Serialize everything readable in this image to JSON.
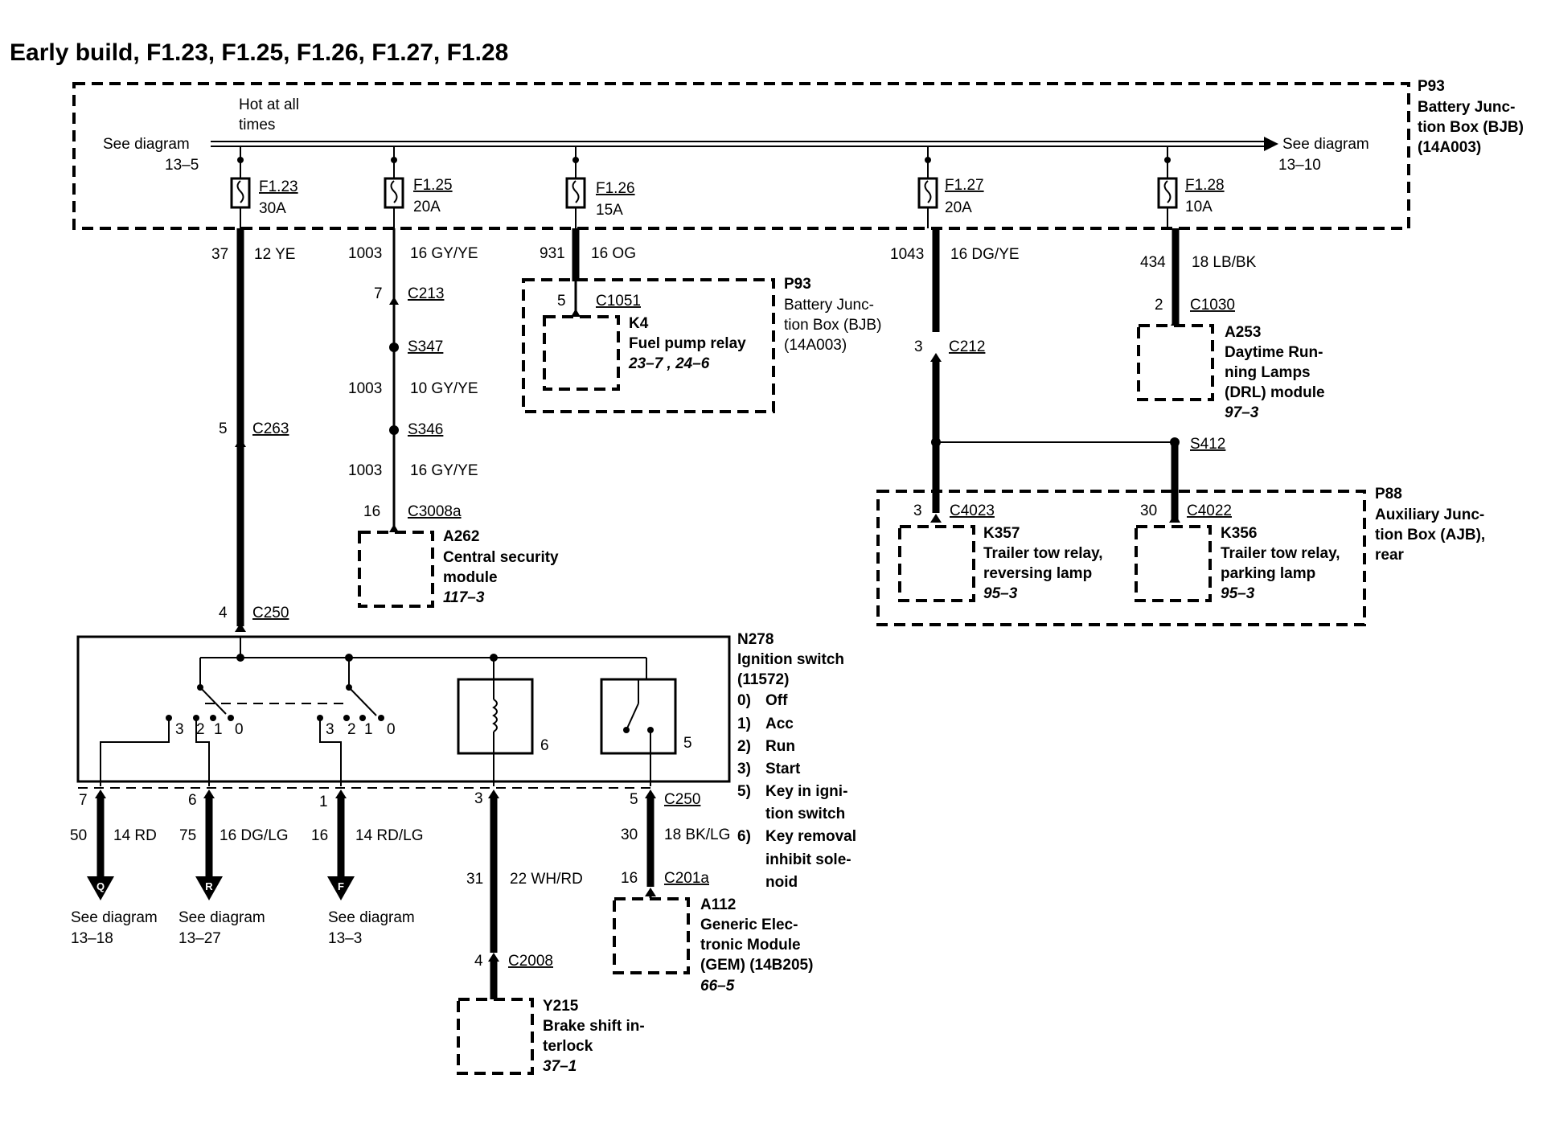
{
  "title": "Early build, F1.23, F1.25, F1.26, F1.27, F1.28",
  "bjb": {
    "hot_line1": "Hot at all",
    "hot_line2": "times",
    "see_left1": "See diagram",
    "see_left2": "13–5",
    "see_right1": "See diagram",
    "see_right2": "13–10",
    "id": "P93",
    "name1": "Battery Junc-",
    "name2": "tion Box (BJB)",
    "part": "(14A003)"
  },
  "fuses": [
    {
      "id": "F1.23",
      "rating": "30A",
      "circuit": "37",
      "wire": "12 YE"
    },
    {
      "id": "F1.25",
      "rating": "20A",
      "circuit": "1003",
      "wire": "16 GY/YE"
    },
    {
      "id": "F1.26",
      "rating": "15A",
      "circuit": "931",
      "wire": "16 OG"
    },
    {
      "id": "F1.27",
      "rating": "20A",
      "circuit": "1043",
      "wire": "16 DG/YE"
    },
    {
      "id": "F1.28",
      "rating": "10A",
      "circuit": "434",
      "wire": "18 LB/BK"
    }
  ],
  "f123_path": {
    "c263_pin": "5",
    "c263": "C263",
    "c250_pin": "4",
    "c250": "C250"
  },
  "f125_path": {
    "c213_pin": "7",
    "c213": "C213",
    "s347": "S347",
    "mid_circuit": "1003",
    "mid_wire": "10 GY/YE",
    "s346": "S346",
    "low_circuit": "1003",
    "low_wire": "16 GY/YE",
    "c3008a_pin": "16",
    "c3008a": "C3008a",
    "module_id": "A262",
    "module_name1": "Central security",
    "module_name2": "module",
    "module_ref": "117–3"
  },
  "f126_path": {
    "c1051_pin": "5",
    "c1051": "C1051",
    "relay_id": "K4",
    "relay_name": "Fuel pump relay",
    "relay_ref": "23–7 , 24–6",
    "box_id": "P93",
    "box_name1": "Battery Junc-",
    "box_name2": "tion Box (BJB)",
    "box_part": "(14A003)"
  },
  "f127_path": {
    "c212_pin": "3",
    "c212": "C212",
    "s412": "S412",
    "c4023_pin": "3",
    "c4023": "C4023",
    "c4022_pin": "30",
    "c4022": "C4022",
    "k357_id": "K357",
    "k357_name1": "Trailer tow relay,",
    "k357_name2": "reversing lamp",
    "k357_ref": "95–3",
    "k356_id": "K356",
    "k356_name1": "Trailer tow relay,",
    "k356_name2": "parking lamp",
    "k356_ref": "95–3",
    "ajb_id": "P88",
    "ajb_name1": "Auxiliary Junc-",
    "ajb_name2": "tion Box (AJB),",
    "ajb_name3": "rear"
  },
  "f128_path": {
    "c1030_pin": "2",
    "c1030": "C1030",
    "module_id": "A253",
    "module_name1": "Daytime Run-",
    "module_name2": "ning Lamps",
    "module_name3": "(DRL) module",
    "module_ref": "97–3"
  },
  "ignition": {
    "id": "N278",
    "name": "Ignition switch",
    "part": "(11572)",
    "pos_labels_a": [
      "3",
      "2",
      "1",
      "0"
    ],
    "pos_labels_b": [
      "3",
      "2",
      "1",
      "0"
    ],
    "solenoid_num": "6",
    "keysw_num": "5",
    "legend": [
      {
        "num": "0)",
        "text": "Off"
      },
      {
        "num": "1)",
        "text": "Acc"
      },
      {
        "num": "2)",
        "text": "Run"
      },
      {
        "num": "3)",
        "text": "Start"
      },
      {
        "num": "5)",
        "text": "Key in igni-"
      },
      {
        "num": "",
        "text": "tion switch"
      },
      {
        "num": "6)",
        "text": "Key removal"
      },
      {
        "num": "",
        "text": "inhibit sole-"
      },
      {
        "num": "",
        "text": "noid"
      }
    ]
  },
  "outputs": [
    {
      "pin": "7",
      "circuit": "50",
      "wire": "14 RD",
      "letter": "Q",
      "see1": "See diagram",
      "see2": "13–18"
    },
    {
      "pin": "6",
      "circuit": "75",
      "wire": "16 DG/LG",
      "letter": "R",
      "see1": "See diagram",
      "see2": "13–27"
    },
    {
      "pin": "1",
      "circuit": "16",
      "wire": "14 RD/LG",
      "letter": "F",
      "see1": "See diagram",
      "see2": "13–3"
    }
  ],
  "bsi": {
    "pin": "3",
    "circuit": "31",
    "wire": "22 WH/RD",
    "c2008_pin": "4",
    "c2008": "C2008",
    "id": "Y215",
    "name1": "Brake shift in-",
    "name2": "terlock",
    "ref": "37–1"
  },
  "gem": {
    "pin": "5",
    "c250": "C250",
    "circuit": "30",
    "wire": "18 BK/LG",
    "c201a_pin": "16",
    "c201a": "C201a",
    "id": "A112",
    "name1": "Generic Elec-",
    "name2": "tronic Module",
    "name3": "(GEM) (14B205)",
    "ref": "66–5"
  }
}
